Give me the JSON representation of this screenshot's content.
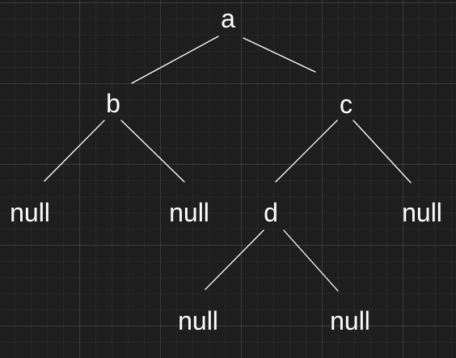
{
  "colors": {
    "node_text": "#ffffff",
    "edge": "#ffffff"
  },
  "nodes": [
    {
      "id": "a",
      "label": "a"
    },
    {
      "id": "b",
      "label": "b"
    },
    {
      "id": "c",
      "label": "c"
    },
    {
      "id": "null-b-left",
      "label": "null"
    },
    {
      "id": "null-b-right",
      "label": "null"
    },
    {
      "id": "d",
      "label": "d"
    },
    {
      "id": "null-c-right",
      "label": "null"
    },
    {
      "id": "null-d-left",
      "label": "null"
    },
    {
      "id": "null-d-right",
      "label": "null"
    }
  ],
  "edges": [
    {
      "from": "a",
      "to": "b"
    },
    {
      "from": "a",
      "to": "c"
    },
    {
      "from": "b",
      "to": "null-b-left"
    },
    {
      "from": "b",
      "to": "null-b-right"
    },
    {
      "from": "c",
      "to": "d"
    },
    {
      "from": "c",
      "to": "null-c-right"
    },
    {
      "from": "d",
      "to": "null-d-left"
    },
    {
      "from": "d",
      "to": "null-d-right"
    }
  ]
}
